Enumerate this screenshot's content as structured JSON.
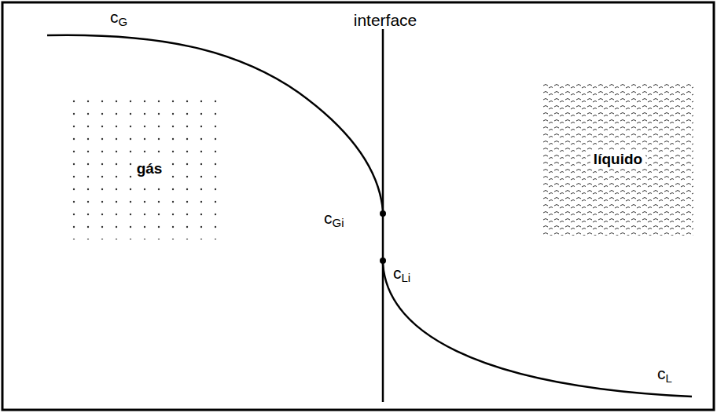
{
  "diagram": {
    "nodes": [
      {
        "text": [
          "gás"
        ]
      },
      {
        "text": [
          "líquido"
        ]
      }
    ],
    "labels": [
      "cG",
      "interface",
      "cGi",
      "cLi",
      "cL"
    ]
  }
}
